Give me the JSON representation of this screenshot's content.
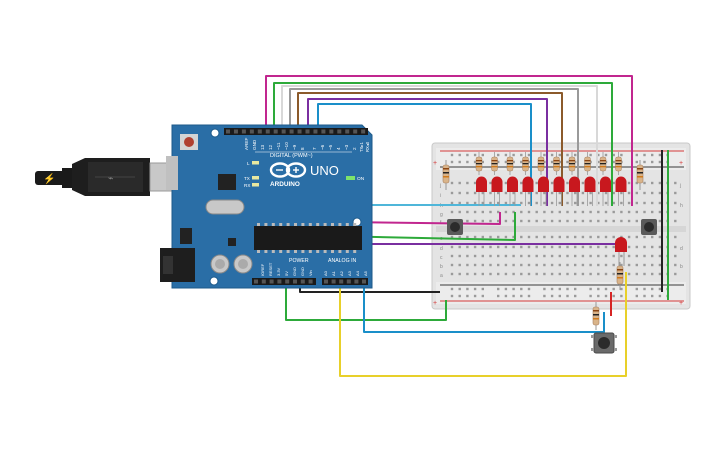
{
  "arduino": {
    "brand": "ARDUINO",
    "model": "UNO",
    "digital_header": "DIGITAL (PWM~)",
    "power_header": "POWER",
    "analog_header": "ANALOG IN",
    "aref": "AREF",
    "gnd": "GND",
    "pin_13": "13",
    "pin_12": "12",
    "pin_11": "~11",
    "pin_10": "~10",
    "pin_9": "~9",
    "pin_8": "8",
    "pin_7": "7",
    "pin_6": "~6",
    "pin_5": "~5",
    "pin_4": "4",
    "pin_3": "~3",
    "pin_2": "2",
    "tx": "TX▸1",
    "rx": "RX◂0",
    "led_l": "L",
    "led_tx": "TX",
    "led_rx": "RX",
    "on": "ON",
    "ioref": "IOREF",
    "reset": "RESET",
    "v33": "3.3V",
    "v5": "5V",
    "gnd1": "GND",
    "gnd2": "GND",
    "vin": "Vin",
    "a0": "A0",
    "a1": "A1",
    "a2": "A2",
    "a3": "A3",
    "a4": "A4",
    "a5": "A5"
  },
  "breadboard": {
    "rows_top": [
      "j",
      "i",
      "h",
      "g",
      "f"
    ],
    "rows_bottom": [
      "e",
      "d",
      "c",
      "b",
      "a"
    ],
    "plus": "+",
    "minus": "-"
  },
  "colors": {
    "board": "#2a6ea6",
    "wire_magenta": "#c1268f",
    "wire_green": "#2daa3a",
    "wire_white": "#d8d8d8",
    "wire_gray": "#9a9a9a",
    "wire_brown": "#8b5a2b",
    "wire_purple": "#7a2fa0",
    "wire_cyan": "#1a8fc9",
    "wire_yellow": "#e8d02a",
    "wire_black": "#222222",
    "wire_red": "#d62424",
    "led_red": "#c8181e"
  }
}
